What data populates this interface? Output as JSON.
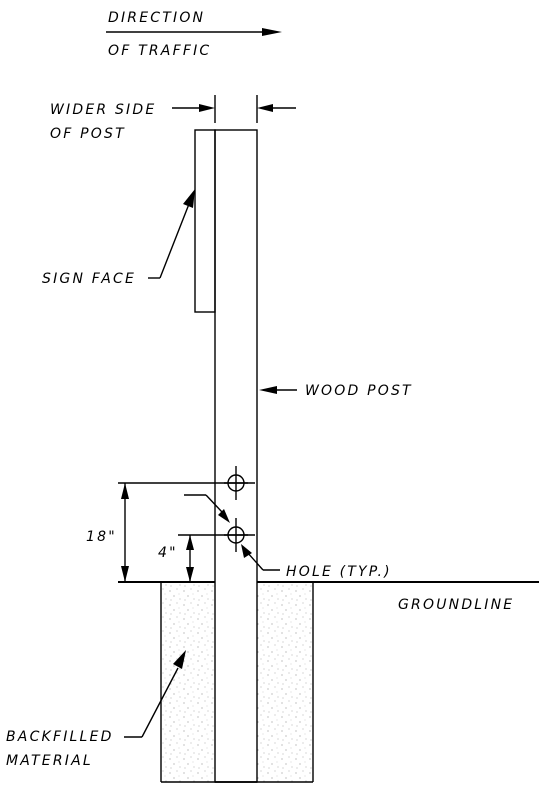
{
  "labels": {
    "direction_line1": "DIRECTION",
    "direction_line2": "OF TRAFFIC",
    "wider_side_line1": "WIDER SIDE",
    "wider_side_line2": "OF POST",
    "sign_face": "SIGN FACE",
    "wood_post": "WOOD POST",
    "dim_18": "18\"",
    "dim_4": "4\"",
    "hole": "HOLE (TYP.)",
    "groundline": "GROUNDLINE",
    "backfill_line1": "BACKFILLED",
    "backfill_line2": "MATERIAL"
  },
  "colors": {
    "line": "#000000",
    "background": "#ffffff",
    "backfill_dots": "#9a9a9a"
  }
}
